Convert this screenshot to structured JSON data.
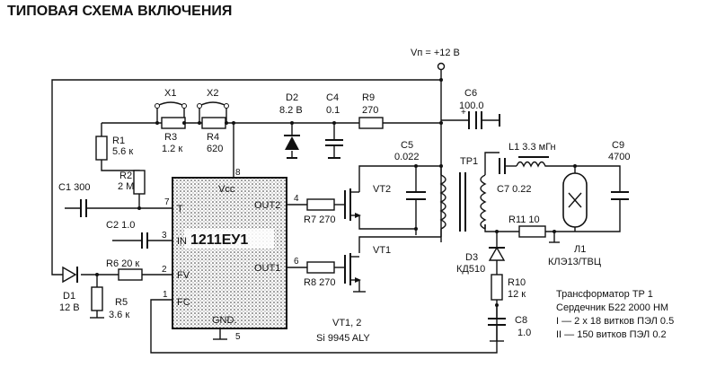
{
  "title": "ТИПОВАЯ СХЕМА ВКЛЮЧЕНИЯ",
  "supply": "Vп = +12 В",
  "ic": {
    "name": "1211ЕУ1",
    "vcc": "Vcc",
    "gnd": "GND.",
    "pins": {
      "t": "T",
      "in": "IN",
      "fv": "FV",
      "fc": "FC",
      "out2": "OUT2",
      "out1": "OUT1",
      "p1": "1",
      "p2": "2",
      "p3": "3",
      "p4": "4",
      "p5": "5",
      "p6": "6",
      "p7": "7",
      "p8": "8"
    }
  },
  "components": {
    "r1": {
      "ref": "R1",
      "val": "5.6 к"
    },
    "r2": {
      "ref": "R2",
      "val": "2 М"
    },
    "r3": {
      "ref": "R3",
      "val": "1.2 к"
    },
    "r4": {
      "ref": "R4",
      "val": "620"
    },
    "r5": {
      "ref": "R5",
      "val": "3.6 к"
    },
    "r6": "R6 20 к",
    "r7": "R7 270",
    "r8": "R8 270",
    "r9": {
      "ref": "R9",
      "val": "270"
    },
    "r10": {
      "ref": "R10",
      "val": "12 к"
    },
    "r11": "R11 10",
    "x1": "X1",
    "x2": "X2",
    "c1": "C1 300",
    "c2": "C2 1.0",
    "c4": {
      "ref": "C4",
      "val": "0.1"
    },
    "c5": {
      "ref": "C5",
      "val": "0.022"
    },
    "c6": {
      "ref": "C6",
      "val": "100.0"
    },
    "c7": "C7 0.22",
    "c8": {
      "ref": "C8",
      "val": "1.0"
    },
    "c9": {
      "ref": "C9",
      "val": "4700"
    },
    "d1": {
      "ref": "D1",
      "val": "12 В"
    },
    "d2": {
      "ref": "D2",
      "val": "8.2 В"
    },
    "d3": {
      "ref": "D3",
      "val": "КД510"
    },
    "l1": "L1 3.3 мГн",
    "tp1": "TP1",
    "vt1": "VT1",
    "vt2": "VT2",
    "lamp": {
      "ref": "Л1",
      "val": "КЛЭ13/ТВЦ"
    },
    "transistors": {
      "ref": "VT1, 2",
      "val": "Si 9945 ALY"
    }
  },
  "notes": [
    "Трансформатор TP 1",
    "Сердечник Б22 2000 НМ",
    "I — 2 х 18 витков ПЭЛ 0.5",
    "II — 150 витков ПЭЛ 0.2"
  ]
}
